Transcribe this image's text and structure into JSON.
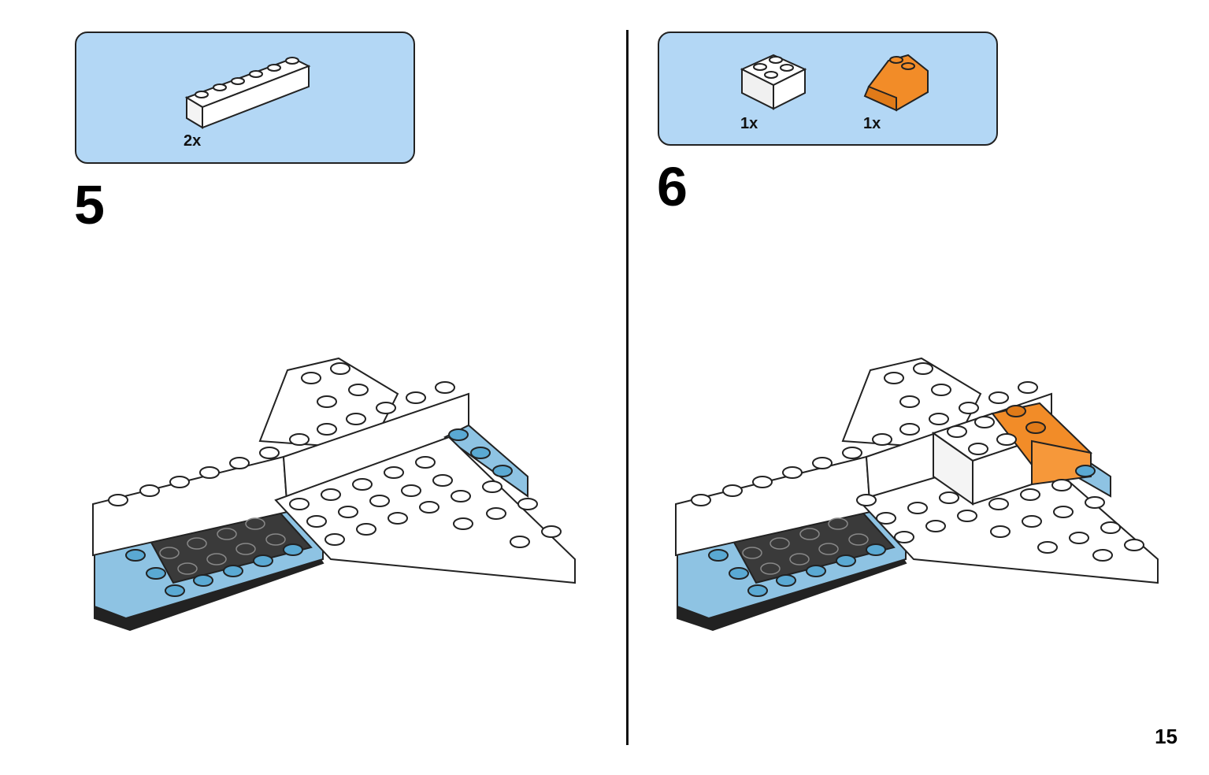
{
  "page_number": "15",
  "steps": [
    {
      "number": "5",
      "parts": [
        {
          "qty": "2x",
          "name": "white-1x6-brick"
        }
      ]
    },
    {
      "number": "6",
      "parts": [
        {
          "qty": "1x",
          "name": "white-2x2-brick"
        },
        {
          "qty": "1x",
          "name": "orange-2x2-slope"
        }
      ]
    }
  ],
  "colors": {
    "panel_blue": "#b3d7f5",
    "stud_blue": "#5aa9d3",
    "orange": "#f28c28",
    "dark_plate": "#2e2e2e"
  }
}
